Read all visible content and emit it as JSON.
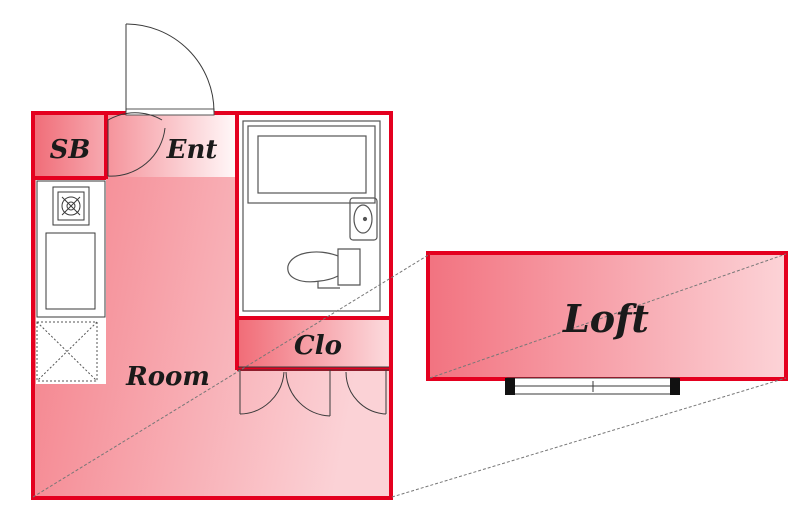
{
  "rooms": {
    "sb": "SB",
    "entrance": "Ent",
    "room": "Room",
    "closet": "Clo",
    "loft": "Loft"
  },
  "colors": {
    "wall": "#e4001f",
    "fill_dark": "#f47f87",
    "fill_light": "#fde3e5",
    "fixture_line": "#3a3a3a",
    "bath_line": "#555555",
    "guide_line": "#777777"
  }
}
